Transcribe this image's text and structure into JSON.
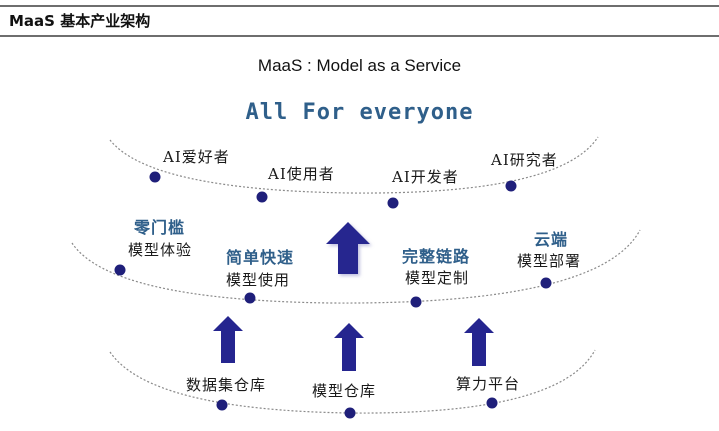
{
  "header": {
    "title": "MaaS 基本产业架构"
  },
  "diagram": {
    "subtitle": "MaaS : Model as a Service",
    "tagline": "All For everyone",
    "colors": {
      "tagline": "#2f5f8a",
      "node": "#1f1f7a",
      "arrow": "#25258f",
      "arc": "#8a8a8a"
    },
    "top_layer": {
      "nodes": [
        {
          "label": "AI爱好者"
        },
        {
          "label": "AI使用者"
        },
        {
          "label": "AI开发者"
        },
        {
          "label": "AI研究者"
        }
      ]
    },
    "middle_layer": {
      "nodes": [
        {
          "heading": "零门槛",
          "label": "模型体验"
        },
        {
          "heading": "简单快速",
          "label": "模型使用"
        },
        {
          "heading": "完整链路",
          "label": "模型定制"
        },
        {
          "heading": "云端",
          "label": "模型部署"
        }
      ]
    },
    "bottom_layer": {
      "nodes": [
        {
          "label": "数据集仓库"
        },
        {
          "label": "模型仓库"
        },
        {
          "label": "算力平台"
        }
      ]
    },
    "arrows": [
      "up",
      "up",
      "up",
      "up"
    ]
  }
}
